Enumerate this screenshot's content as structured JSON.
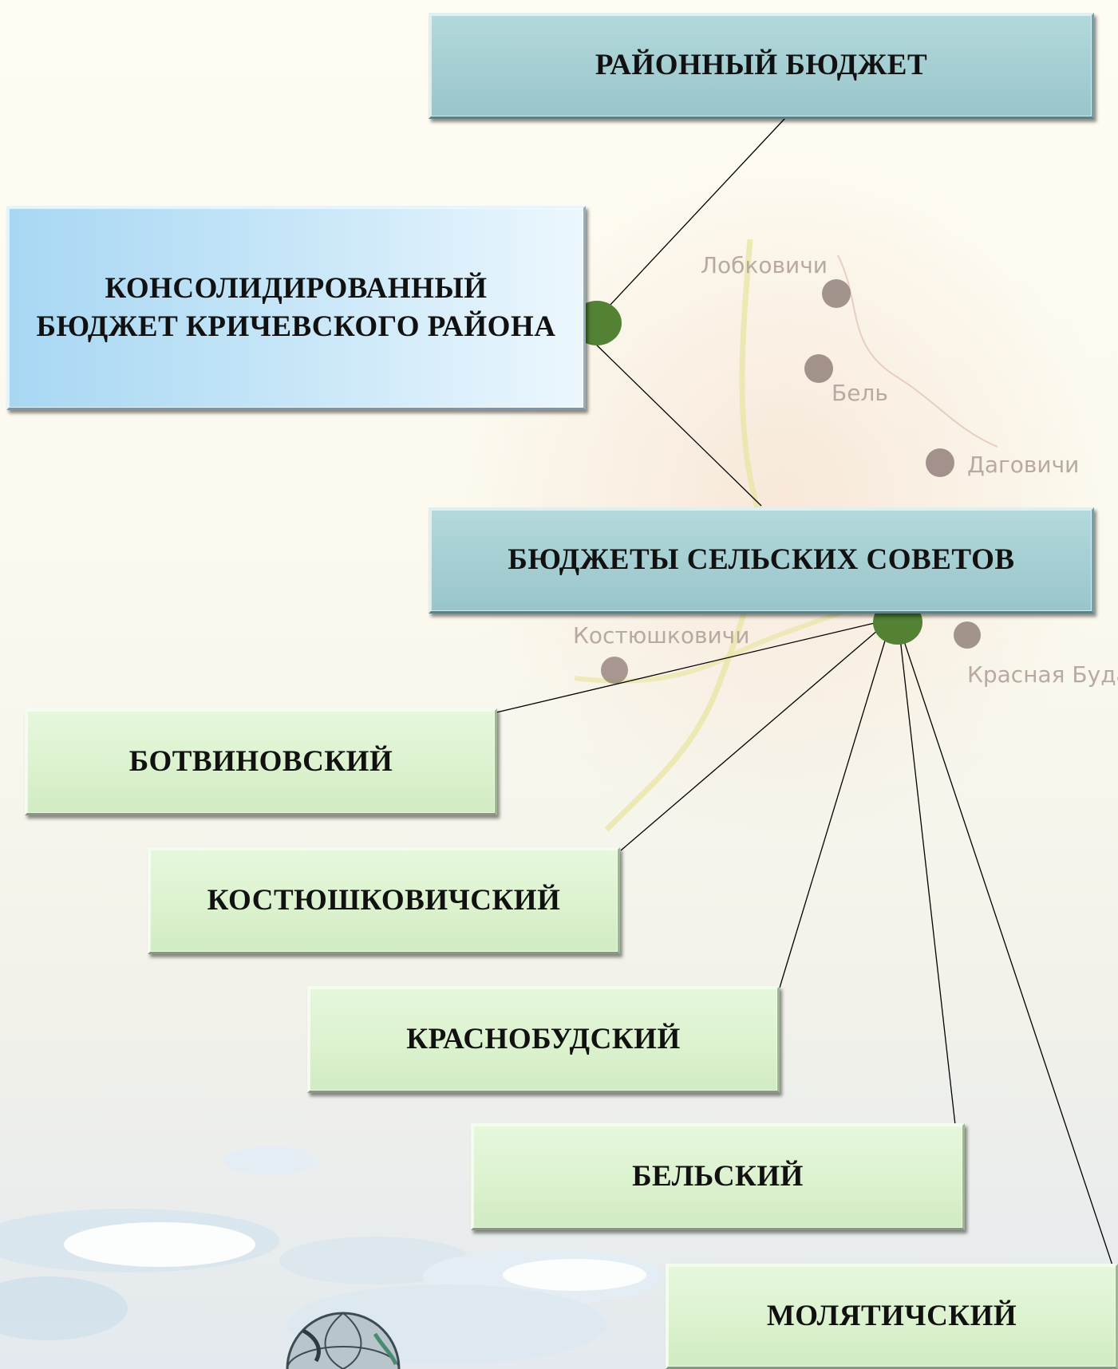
{
  "diagram": {
    "district_budget": "РАЙОННЫЙ БЮДЖЕТ",
    "consolidated_budget": "КОНСОЛИДИРОВАННЫЙ БЮДЖЕТ КРИЧЕВСКОГО РАЙОНА",
    "village_budgets": "БЮДЖЕТЫ СЕЛЬСКИХ СОВЕТОВ",
    "village_councils": [
      "БОТВИНОВСКИЙ",
      "КОСТЮШКОВИЧСКИЙ",
      "КРАСНОБУДСКИЙ",
      "БЕЛЬСКИЙ",
      "МОЛЯТИЧСКИЙ"
    ],
    "connector_dot_color": "#548235",
    "connector_line_color": "#000000"
  },
  "background_map": {
    "place_labels": [
      "Лобковичи",
      "Бель",
      "Даговичи",
      "Костюшковичи",
      "Красная Буда"
    ]
  }
}
